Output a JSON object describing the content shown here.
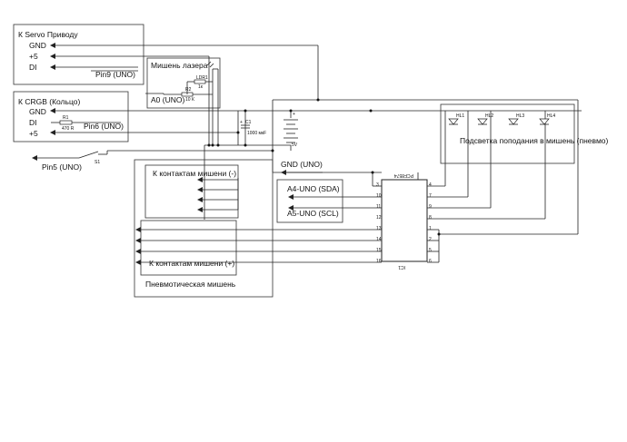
{
  "servo": {
    "title": "К Servo Приводу",
    "gnd": "GND",
    "plus5": "+5",
    "di": "DI",
    "pin": "Pin9 (UNO)"
  },
  "laser": {
    "title": "Мишень лазера",
    "ldr_ref": "LDR1",
    "ldr_val": "1к",
    "r2_ref": "R2",
    "r2_val": "10 К",
    "a0": "A0 (UNO)"
  },
  "crgb": {
    "title": "К CRGB (Кольцо)",
    "gnd": "GND",
    "di": "DI",
    "plus5": "+5",
    "r1_ref": "R1",
    "r1_val": "470 R",
    "pin": "Pin6 (UNO)"
  },
  "switch": {
    "ref": "S1",
    "pin": "Pin5 (UNO)"
  },
  "power": {
    "cap_ref": "C1",
    "cap_val": "1000 мкF",
    "plus": "+",
    "volt": "5V",
    "gnd": "GND (UNO)"
  },
  "i2c": {
    "sda": "A4-UNO (SDA)",
    "scl": "A5-UNO (SCL)"
  },
  "chip": {
    "part": "PCF8574",
    "ref": "IC1",
    "left_pins": [
      "3",
      "10",
      "11",
      "12",
      "13",
      "14",
      "15",
      "16"
    ],
    "right_pins": [
      "4",
      "7",
      "9",
      "8",
      "1",
      "2",
      "5",
      "6"
    ]
  },
  "targets": {
    "minus": "К контактам мишени (-)",
    "plus": "К контактам мишени (+)",
    "pneumo": "Пневмотическая мишень"
  },
  "leds": {
    "refs": [
      "HL1",
      "HL2",
      "HL3",
      "HL4"
    ],
    "caption": "Подсветка поподания в мишень (пневмо)"
  }
}
